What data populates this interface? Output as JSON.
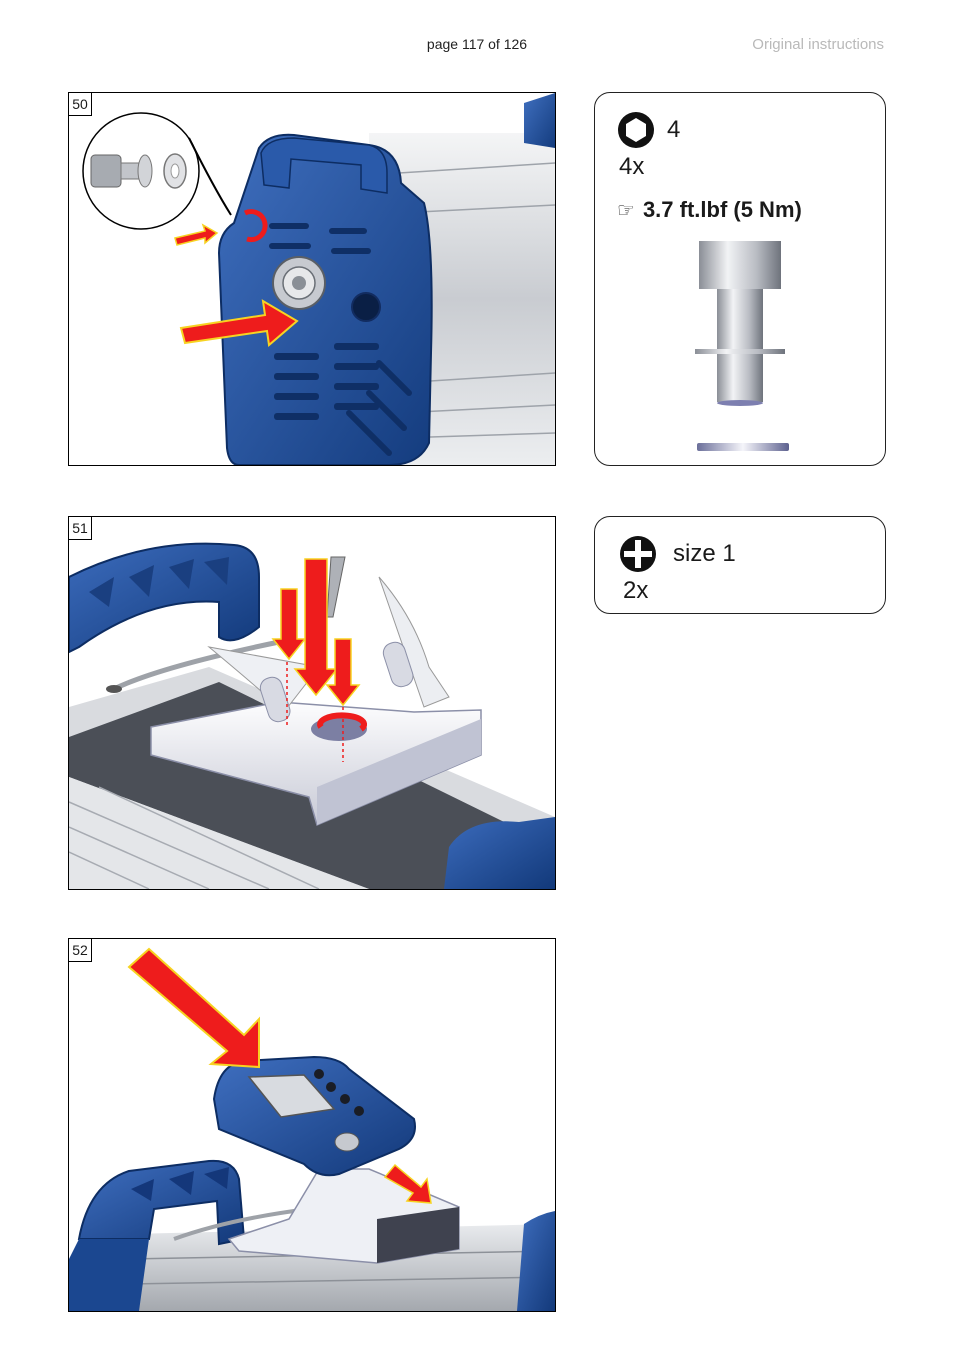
{
  "header": {
    "page": "page 117 of 126",
    "doc_note": "Original instructions"
  },
  "figures": [
    {
      "number": "50"
    },
    {
      "number": "51"
    },
    {
      "number": "52"
    }
  ],
  "info_box_1": {
    "tool_icon": "hex-socket-icon",
    "tool_size": "4",
    "quantity": "4x",
    "pointer_icon": "hand-pointer-icon",
    "torque": "3.7 ft.lbf (5 Nm)"
  },
  "info_box_2": {
    "tool_icon": "phillips-screwdriver-icon",
    "tool_size": "size 1",
    "quantity": "2x"
  },
  "colors": {
    "blue": "#1d4f9c",
    "red_arrow": "#ee1c1c",
    "arrow_outline": "#f7d321",
    "aluminium": "#c4c7cc"
  }
}
